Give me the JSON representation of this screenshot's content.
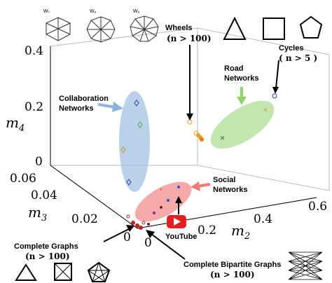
{
  "chart_data": {
    "type": "scatter",
    "title": "",
    "axes": {
      "x": {
        "label": "m",
        "sub": "2",
        "ticks": [
          "0",
          "0.2",
          "0.4",
          "0.6"
        ],
        "range": [
          0,
          0.6
        ]
      },
      "y": {
        "label": "m",
        "sub": "3",
        "ticks": [
          "0",
          "0.02",
          "0.04",
          "0.06"
        ],
        "range": [
          0,
          0.06
        ]
      },
      "z": {
        "label": "m",
        "sub": "4",
        "ticks": [
          "0",
          "0.2",
          "0.4"
        ],
        "range": [
          0,
          0.4
        ]
      }
    },
    "annotations": {
      "wheels": {
        "line1": "Wheels",
        "line2": "(n > 100)"
      },
      "cycles": {
        "line1": "Cycles",
        "line2": "( n > 5 )"
      },
      "road": {
        "line1": "Road",
        "line2": "Networks"
      },
      "collab": {
        "line1": "Collaboration",
        "line2": "Networks"
      },
      "social": {
        "line1": "Social",
        "line2": "Networks"
      },
      "youtube": "YouTube",
      "complete": {
        "line1": "Complete Graphs",
        "line2": "(n > 100)"
      },
      "bipartite": {
        "line1": "Complete Bipartite Graphs",
        "line2": "(n > 100)"
      }
    },
    "wheel_labels": [
      "W₇",
      "W₈",
      "W₉"
    ],
    "groups": [
      {
        "name": "Collaboration Networks",
        "color": "#9dbfe0"
      },
      {
        "name": "Road Networks",
        "color": "#a9dc8c"
      },
      {
        "name": "Social Networks",
        "color": "#f28c8c"
      }
    ],
    "colors": {
      "youtube": "#e02020",
      "accent_arrow": "#f07878",
      "collab_arrow": "#8fb4dc",
      "road_arrow": "#8fd46a",
      "wheel_points": "#f0a020"
    }
  }
}
